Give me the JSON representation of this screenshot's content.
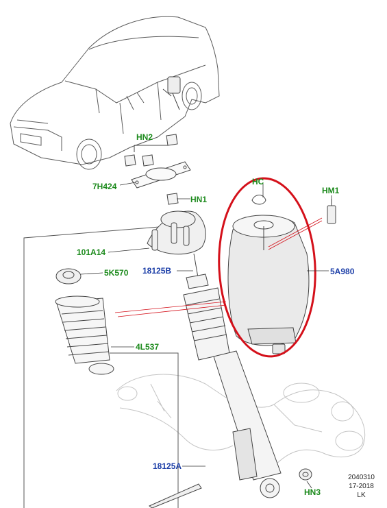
{
  "labels": {
    "hn2": "HN2",
    "h7h424": "7H424",
    "hn1": "HN1",
    "hc": "HC",
    "hm1": "HM1",
    "a101a14": "101A14",
    "b18125b": "18125B",
    "k5k570": "5K570",
    "a5a980": "5A980",
    "l4l537": "4L537",
    "a18125a": "18125A",
    "hn3": "HN3"
  },
  "reference": {
    "number": "2040310",
    "date": "17-2018",
    "initials": "LK"
  },
  "colors": {
    "part_label": "#1c8a1c",
    "assembly_label": "#1d3fa8",
    "highlight": "#d4101a",
    "line_art": "#4a4a4a",
    "faint_line_art": "#c4c4c4"
  }
}
